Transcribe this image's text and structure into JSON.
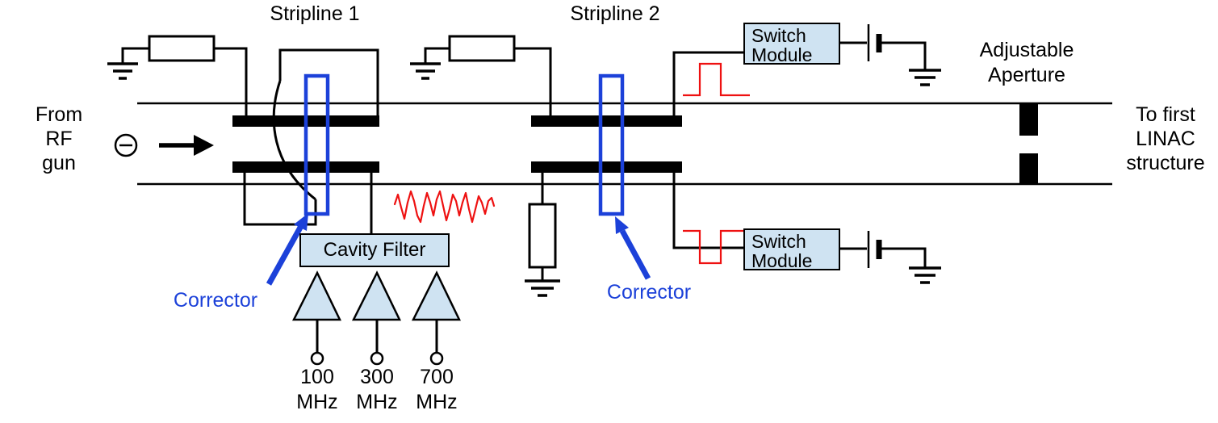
{
  "diagram": {
    "labels": {
      "stripline1": "Stripline 1",
      "stripline2": "Stripline 2",
      "from_source": [
        "From",
        "RF",
        "gun"
      ],
      "to_destination": [
        "To first",
        "LINAC",
        "structure"
      ],
      "adjustable_aperture": [
        "Adjustable",
        "Aperture"
      ],
      "corrector1": "Corrector",
      "corrector2": "Corrector",
      "cavity_filter": "Cavity Filter",
      "switch_module_top": [
        "Switch",
        "Module"
      ],
      "switch_module_bottom": [
        "Switch",
        "Module"
      ]
    },
    "amplifiers": [
      {
        "freq": "100",
        "unit": "MHz"
      },
      {
        "freq": "300",
        "unit": "MHz"
      },
      {
        "freq": "700",
        "unit": "MHz"
      }
    ],
    "colors": {
      "accent-blue": "#1c41d9",
      "signal-red": "#ee1111",
      "box-fill": "#cfe3f2",
      "line-black": "#000000"
    }
  }
}
